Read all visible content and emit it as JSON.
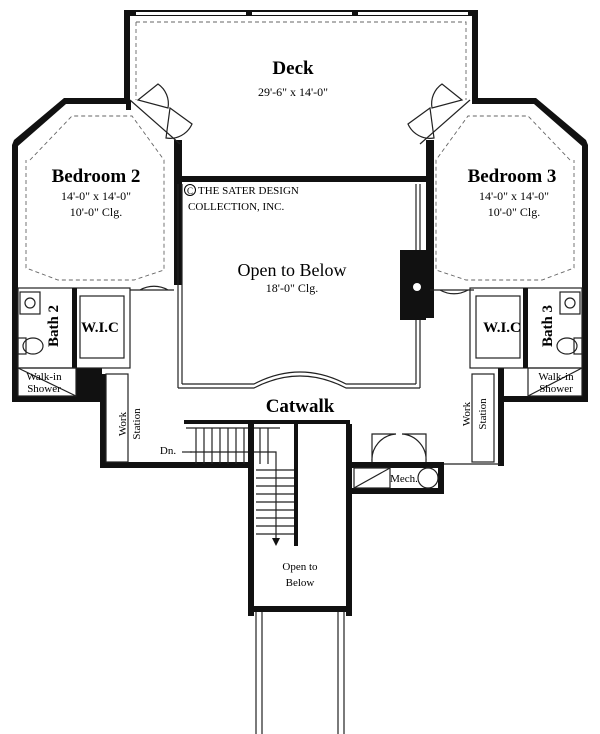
{
  "rooms": {
    "deck": {
      "name": "Deck",
      "dims": "29'-6\" x 14'-0\""
    },
    "bedroom2": {
      "name": "Bedroom 2",
      "dims": "14'-0\" x 14'-0\"",
      "ceiling": "10'-0\" Clg."
    },
    "bedroom3": {
      "name": "Bedroom 3",
      "dims": "14'-0\" x 14'-0\"",
      "ceiling": "10'-0\" Clg."
    },
    "open_to_below": {
      "name": "Open to Below",
      "ceiling": "18'-0\" Clg."
    },
    "bath2": {
      "name": "Bath 2"
    },
    "bath3": {
      "name": "Bath 3"
    },
    "wic_left": {
      "name": "W.I.C"
    },
    "wic_right": {
      "name": "W.I.C"
    },
    "shower_left": {
      "line1": "Walk-in",
      "line2": "Shower"
    },
    "shower_right": {
      "line1": "Walk-in",
      "line2": "Shower"
    },
    "catwalk": {
      "name": "Catwalk"
    },
    "work_left": {
      "line1": "Work",
      "line2": "Station"
    },
    "work_right": {
      "line1": "Work",
      "line2": "Station"
    },
    "stair": {
      "label": "Dn."
    },
    "mech": {
      "name": "Mech."
    },
    "open_below_small": {
      "line1": "Open to",
      "line2": "Below"
    }
  },
  "copyright": {
    "symbol": "C",
    "line1": "THE SATER DESIGN",
    "line2": "COLLECTION, INC."
  }
}
